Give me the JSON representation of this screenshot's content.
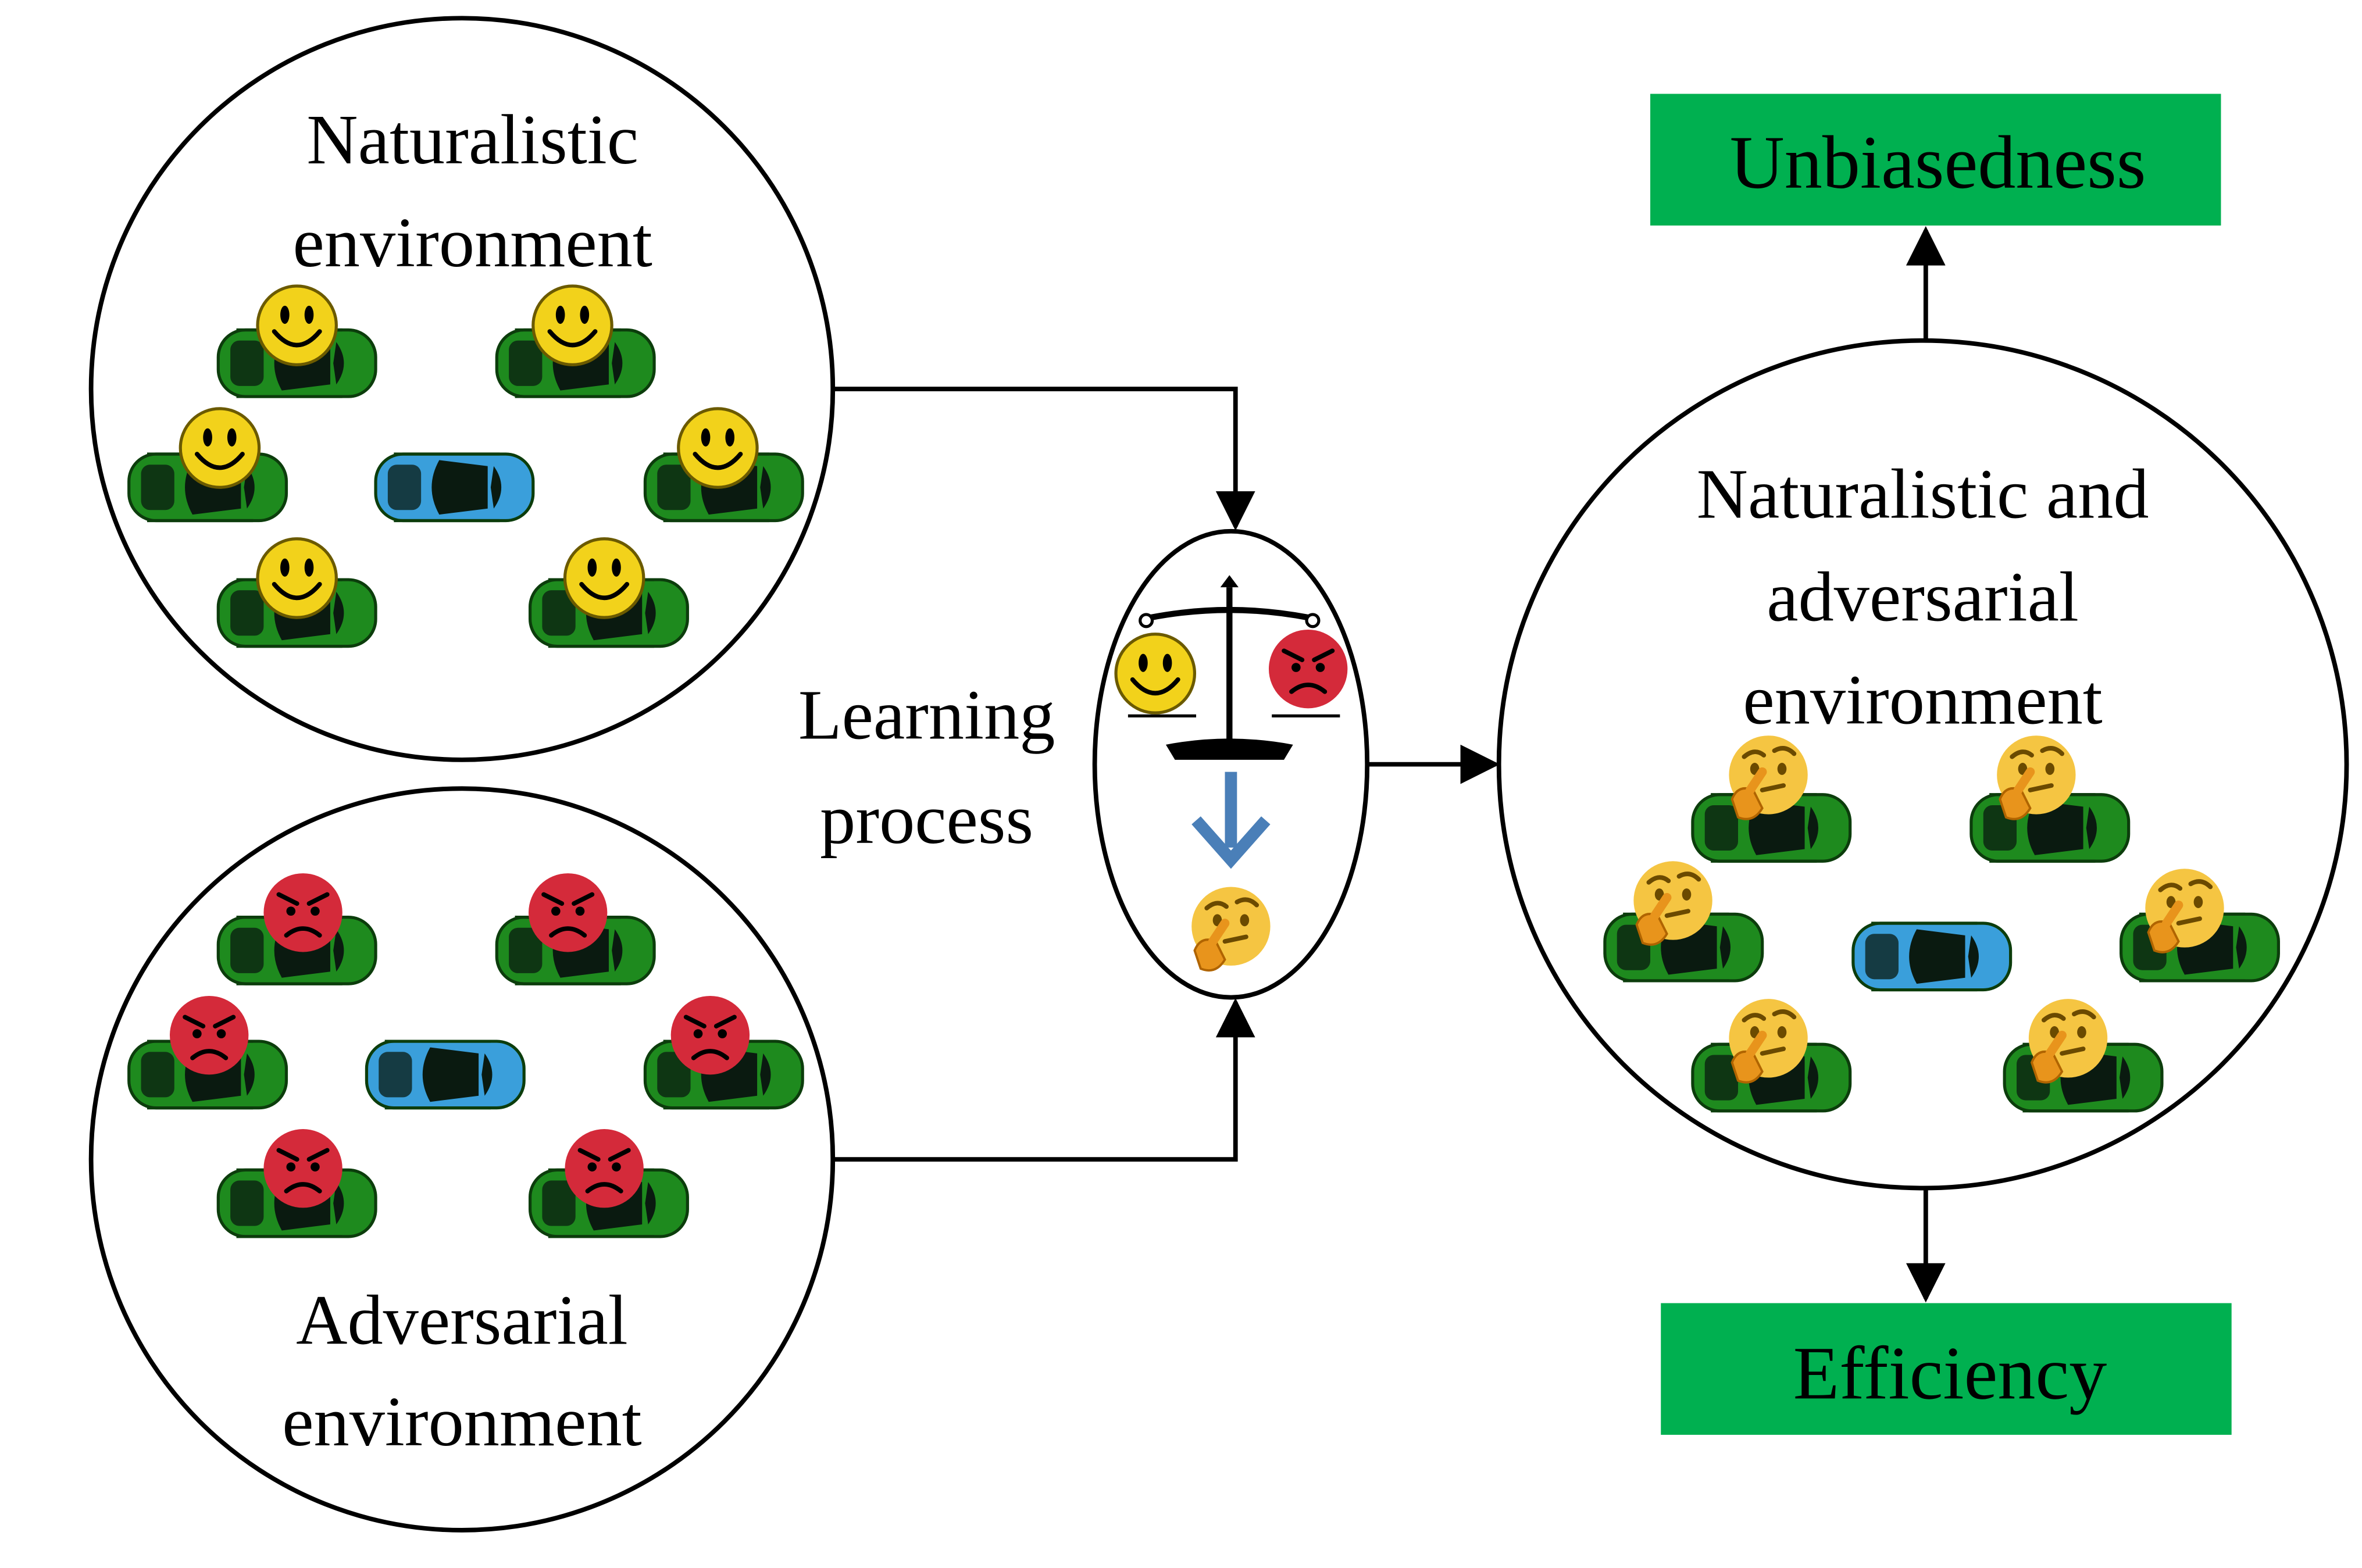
{
  "diagram": {
    "naturalistic": {
      "line1": "Naturalistic",
      "line2": "environment"
    },
    "adversarial": {
      "line1": "Adversarial",
      "line2": "environment"
    },
    "learning": {
      "line1": "Learning",
      "line2": "process"
    },
    "combined": {
      "line1": "Naturalistic and",
      "line2": "adversarial",
      "line3": "environment"
    },
    "outputs": {
      "top": "Unbiasedness",
      "bottom": "Efficiency"
    }
  },
  "colors": {
    "bv_car": "#1e8a1e",
    "av_car": "#3a9fdb",
    "smile": "#f2d21b",
    "angry": "#d42a3a",
    "thinking": "#f5b63a",
    "output_box": "#00b050",
    "scale_arrow": "#4a7fb8"
  },
  "icons": [
    "car-icon",
    "smile-icon",
    "angry-icon",
    "thinking-icon",
    "balance-scale-icon",
    "down-arrow-icon"
  ]
}
